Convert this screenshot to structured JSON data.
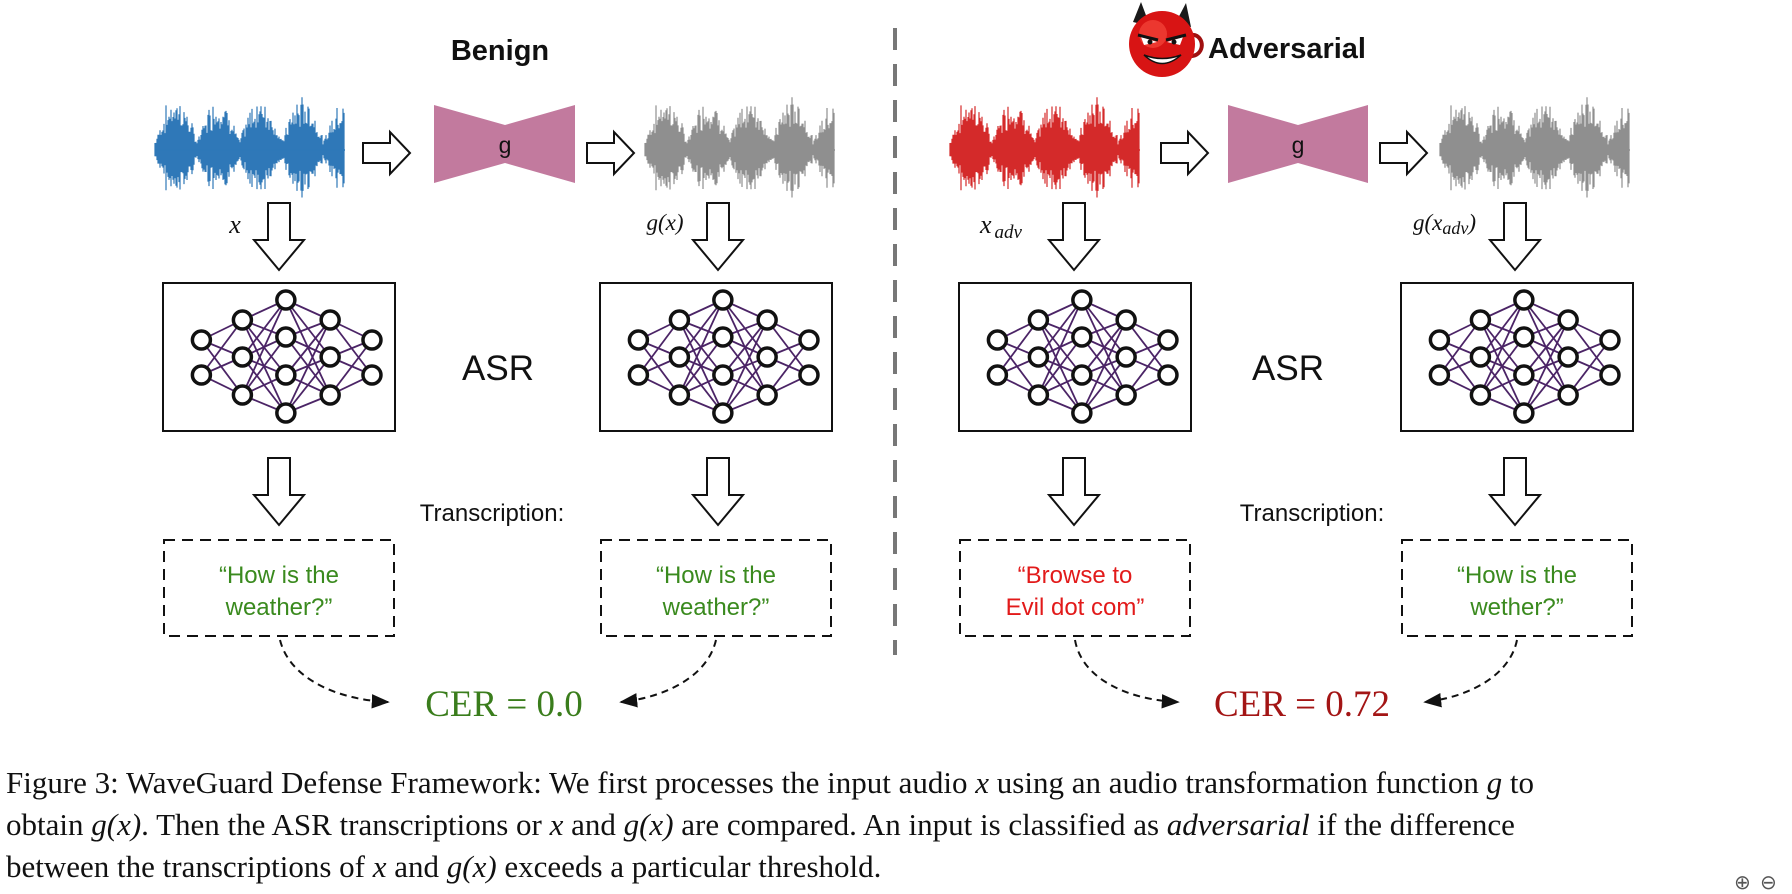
{
  "panels": {
    "benign": {
      "title": "Benign",
      "input_label": "x",
      "transformed_label": "g(x)",
      "transform_label": "g",
      "asr_label": "ASR",
      "transcription_label": "Transcription:",
      "left_transcript_line1": "“How is the",
      "left_transcript_line2": "weather?”",
      "right_transcript_line1": "“How is the",
      "right_transcript_line2": "weather?”",
      "cer": "CER = 0.0",
      "wave_color": "#2f78b8",
      "left_text_color": "#3a8a1e",
      "right_text_color": "#3a8a1e",
      "cer_color": "#3a7d1c"
    },
    "adversarial": {
      "title": "Adversarial",
      "input_label_base": "x",
      "input_label_sub": "adv",
      "transformed_label_prefix": "g(x",
      "transformed_label_sub": "adv",
      "transformed_label_suffix": ")",
      "transform_label": "g",
      "asr_label": "ASR",
      "transcription_label": "Transcription:",
      "left_transcript_line1": "“Browse to",
      "left_transcript_line2": "Evil dot com”",
      "right_transcript_line1": "“How is the",
      "right_transcript_line2": "wether?”",
      "cer": "CER = 0.72",
      "wave_color": "#d42a2a",
      "left_text_color": "#e21a1a",
      "right_text_color": "#3a8a1e",
      "cer_color": "#a31515",
      "icon": "devil-icon"
    }
  },
  "colors": {
    "transform_block": "#c27a9e",
    "transformed_wave": "#8f8f8f",
    "network_edges": "#4b2466"
  },
  "caption": {
    "line1_pre": "Figure 3: WaveGuard Defense Framework: We first processes the input audio ",
    "line1_x": "x",
    "line1_mid": " using an audio transformation function ",
    "line1_g": "g",
    "line1_post": " to",
    "line2_pre": "obtain ",
    "line2_gx": "g(x)",
    "line2_mid1": ". Then the ASR transcriptions or ",
    "line2_x": "x",
    "line2_mid2": " and ",
    "line2_gx2": "g(x)",
    "line2_mid3": " are compared. An input is classified as ",
    "line2_adv": "adversarial",
    "line2_post": " if the difference",
    "line3_pre": "between the transcriptions of ",
    "line3_x": "x",
    "line3_mid": " and ",
    "line3_gx": "g(x)",
    "line3_post": " exceeds a particular threshold."
  },
  "viewer_controls": {
    "zoom_in_icon": "⊕",
    "zoom_out_icon": "⊖"
  }
}
